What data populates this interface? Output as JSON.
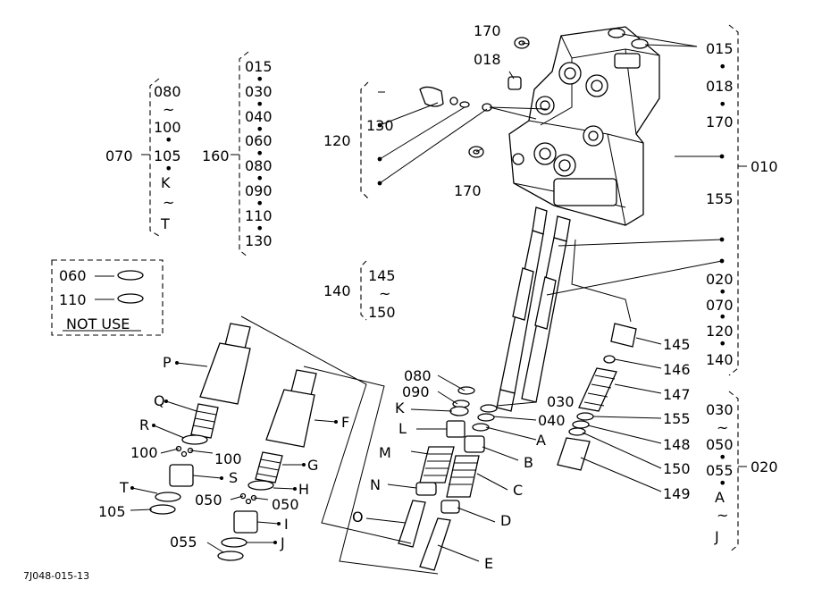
{
  "labels": {
    "p170a": "170",
    "p015a": "015",
    "p018": "018",
    "p018b": "018",
    "p170b": "170",
    "p010": "010",
    "p155": "155",
    "p020": "020",
    "p070": "070",
    "p120b": "120",
    "p140b": "140",
    "p130": "130",
    "p120": "120",
    "p170c": "170",
    "g070": "070",
    "g080": "080",
    "g100": "100",
    "g105": "105",
    "gK": "K",
    "gT": "T",
    "g160": "160",
    "h015": "015",
    "h030": "030",
    "h040": "040",
    "h060": "060",
    "h080": "080",
    "h090": "090",
    "h110": "110",
    "h130": "130",
    "n060": "060",
    "n110": "110",
    "notuse": "NOT USE",
    "p140": "140",
    "p145": "145",
    "p150": "150",
    "lP": "P",
    "lQ": "Q",
    "lR": "R",
    "l100a": "100",
    "l100b": "100",
    "lS": "S",
    "lT": "T",
    "l105": "105",
    "lF": "F",
    "lG": "G",
    "lH": "H",
    "l050a": "050",
    "l050b": "050",
    "lI": "I",
    "l055": "055",
    "lJ": "J",
    "l080": "080",
    "l090": "090",
    "lK": "K",
    "lL": "L",
    "lM": "M",
    "lN": "N",
    "lO": "O",
    "l030": "030",
    "l040": "040",
    "lA": "A",
    "lB": "B",
    "lC": "C",
    "lD": "D",
    "lE": "E",
    "l145": "145",
    "l146": "146",
    "l147": "147",
    "l155": "155",
    "l148": "148",
    "l150": "150",
    "l149": "149",
    "r030": "030",
    "r050": "050",
    "r055": "055",
    "rA": "A",
    "rJ": "J",
    "r020": "020",
    "tilde": "~",
    "code": "7J048-015-13"
  }
}
